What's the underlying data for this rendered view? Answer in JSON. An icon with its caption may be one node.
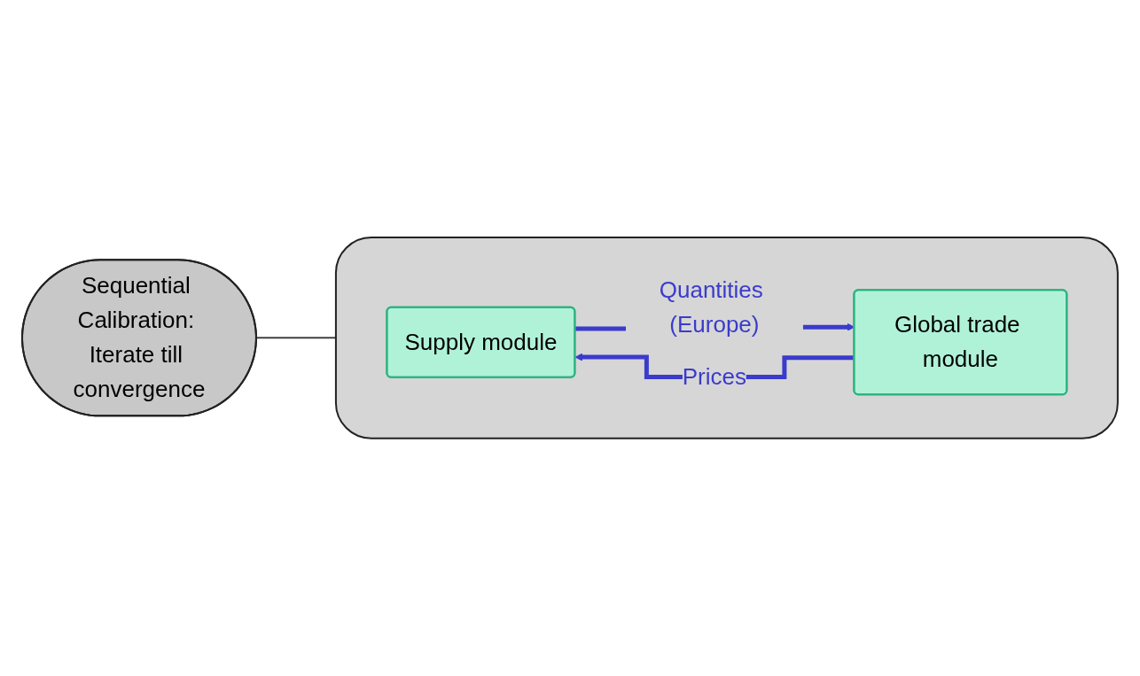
{
  "diagram": {
    "nodes": [
      {
        "text": [],
        "shape": "box"
      },
      {
        "text": [
          "Supply module"
        ],
        "in": 0
      },
      {
        "text": [
          "Global trade module"
        ],
        "in": 0
      },
      {
        "text": [
          "Sequential Calibration: Iterate till convergence"
        ]
      }
    ],
    "edges": [
      {
        "from": 2,
        "to": 1,
        "label": "Prices",
        "arrow": "to"
      },
      {
        "from": 1,
        "to": 2,
        "label": "Quantities (Europe)",
        "arrow": "to"
      },
      {
        "from": 3,
        "to": 0,
        "arrow": "none",
        "color": "#404040"
      }
    ]
  }
}
